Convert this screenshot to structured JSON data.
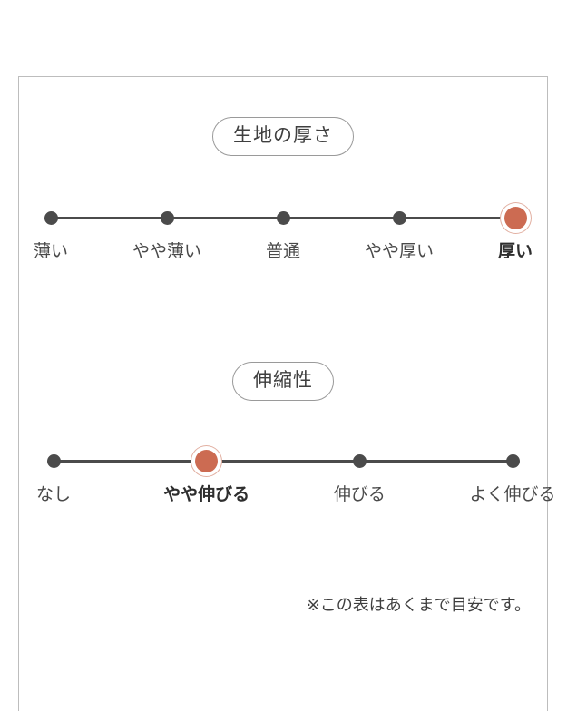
{
  "panel": {
    "footnote": "※この表はあくまで目安です。",
    "border_color": "#bdbdbd",
    "background": "#ffffff"
  },
  "colors": {
    "dot_default": "#4b4b4b",
    "dot_selected": "#cc6b52",
    "dot_selected_ring": "#e2b0a2",
    "line": "#4b4b4b",
    "label_text": "#4a4a4a",
    "heading_border": "#9a9a9a"
  },
  "chart_data": {
    "type": "scatter",
    "title": "生地の厚さ・伸縮性",
    "charts": [
      {
        "id": "thickness",
        "heading": "生地の厚さ",
        "categories": [
          "薄い",
          "やや薄い",
          "普通",
          "やや厚い",
          "厚い"
        ],
        "values": [
          0,
          1,
          2,
          3,
          4
        ],
        "selected_index": 4,
        "selected_label": "厚い",
        "xlim": [
          0,
          4
        ],
        "grid": false,
        "xlabel": "",
        "ylabel": ""
      },
      {
        "id": "stretch",
        "heading": "伸縮性",
        "categories": [
          "なし",
          "やや伸びる",
          "伸びる",
          "よく伸びる"
        ],
        "values": [
          0,
          1,
          2,
          3
        ],
        "selected_index": 1,
        "selected_label": "やや伸びる",
        "xlim": [
          0,
          3
        ],
        "grid": false,
        "xlabel": "",
        "ylabel": ""
      }
    ]
  }
}
